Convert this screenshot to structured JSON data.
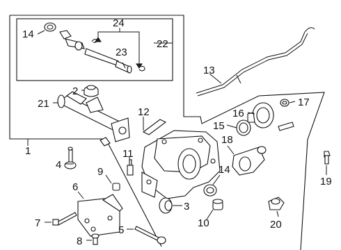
{
  "diagram": {
    "callouts": {
      "c1": "1",
      "c2": "2",
      "c3": "3",
      "c4": "4",
      "c5": "5",
      "c6": "6",
      "c7": "7",
      "c8": "8",
      "c9": "9",
      "c10": "10",
      "c11": "11",
      "c12": "12",
      "c13": "13",
      "c14a": "14",
      "c14b": "14",
      "c15": "15",
      "c16": "16",
      "c17": "17",
      "c18": "18",
      "c19": "19",
      "c20": "20",
      "c21": "21",
      "c22": "22",
      "c23": "23",
      "c24": "24"
    }
  }
}
